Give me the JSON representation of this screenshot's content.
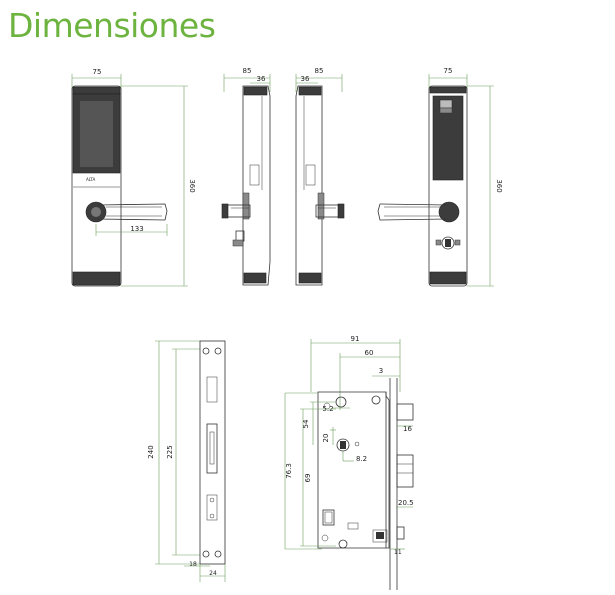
{
  "page": {
    "title": "Dimensiones",
    "title_color": "#6db33f",
    "line_color": "#6aa05a"
  },
  "views": {
    "front": {
      "width": "75",
      "height": "360",
      "handle": "133"
    },
    "side_left": {
      "depth": "85",
      "panel": "36"
    },
    "side_right": {
      "depth": "85",
      "panel": "36"
    },
    "back": {
      "width": "75",
      "height": "360"
    }
  },
  "faceplate": {
    "height_outer": "240",
    "height_inner": "225",
    "offset": "18",
    "width": "24"
  },
  "mortise": {
    "width_total": "91",
    "backset": "60",
    "dim_3": "3",
    "dim_5_2": "5.2",
    "dim_20": "20",
    "dim_54": "54",
    "dim_8_2": "8.2",
    "dim_16": "16",
    "dim_69": "69",
    "dim_76_3": "76.3",
    "dim_20_5": "20.5",
    "dim_11": "11"
  }
}
